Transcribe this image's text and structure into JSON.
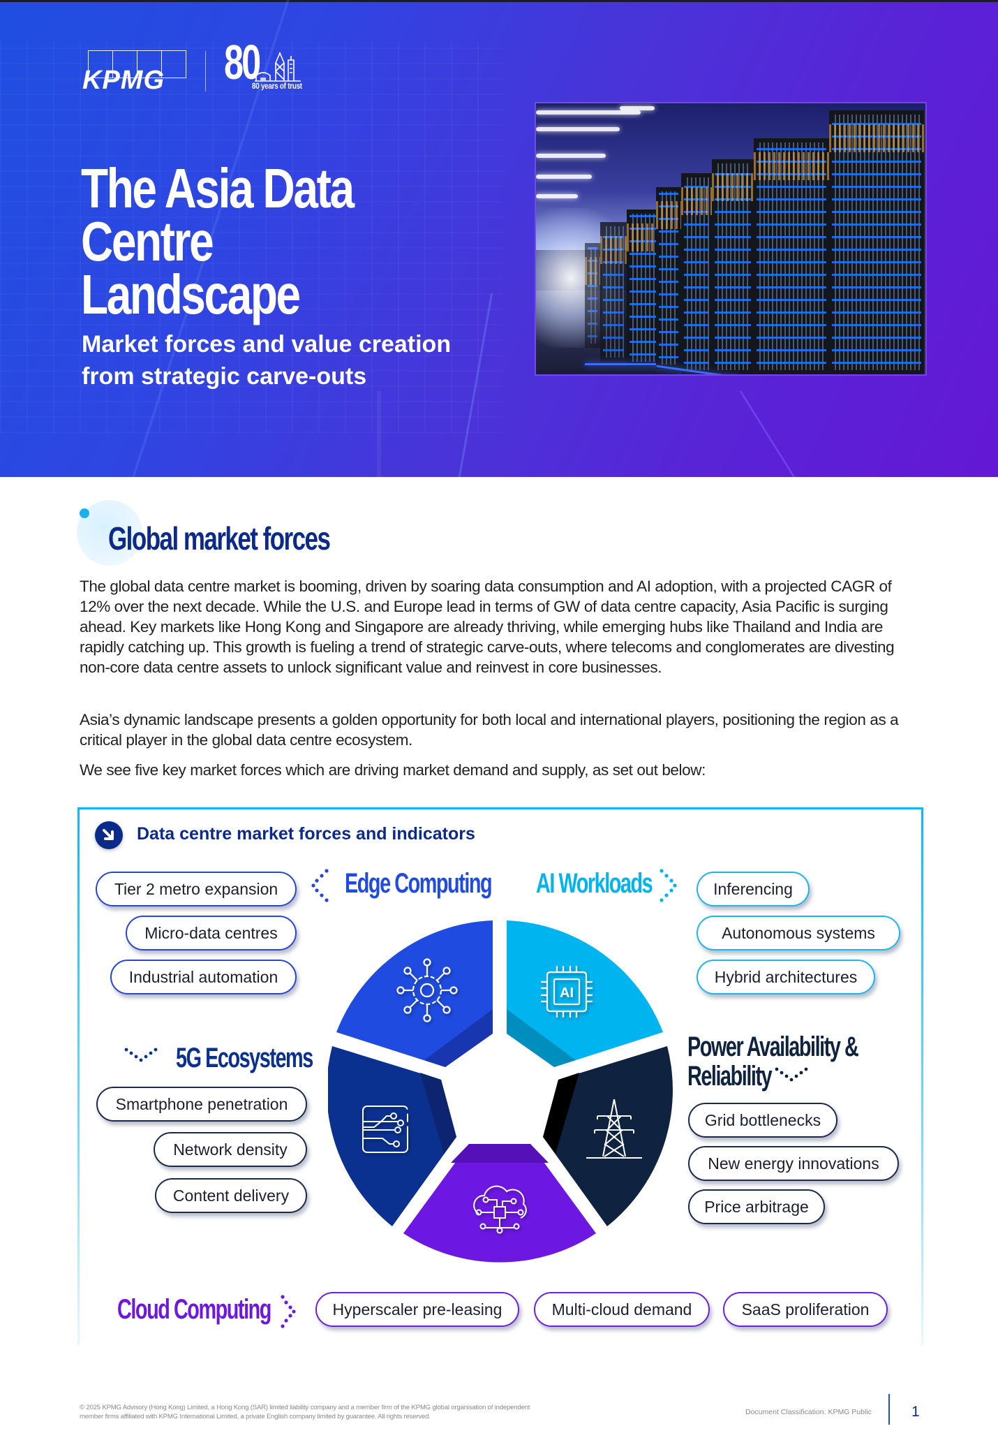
{
  "hero": {
    "brand": "KPMG",
    "anniversary_number": "80",
    "anniversary_tagline": "80 years of trust",
    "title_line1": "The Asia Data Centre",
    "title_line2": "Landscape",
    "subtitle_line1": "Market forces and value creation",
    "subtitle_line2": "from strategic carve-outs",
    "image_alt": "Data centre server racks with blue lighting",
    "colors": {
      "gradient_start": "#1f4fe0",
      "gradient_end": "#6418d4"
    }
  },
  "section": {
    "title": "Global market forces",
    "paragraphs": [
      "The global data centre market is booming, driven by soaring data consumption and AI adoption, with a projected CAGR of 12% over the next decade. While the U.S. and Europe lead in terms of GW of data centre capacity, Asia Pacific is surging ahead. Key markets like Hong Kong and Singapore are already thriving, while emerging hubs like Thailand and India are rapidly catching up. This growth is fueling a trend of strategic carve-outs, where telecoms and conglomerates are divesting non-core data centre assets to unlock significant value and reinvest in core businesses.",
      "Asia’s dynamic landscape presents a golden opportunity for both local and international players, positioning the region as a critical player in the global data centre ecosystem.",
      "We see five key market forces which are driving market demand and supply, as set out below:"
    ],
    "accent_color": "#0c2a8a"
  },
  "diagram": {
    "title": "Data centre market forces and indicators",
    "frame_color": "#12b6f2",
    "forces": [
      {
        "name": "Edge Computing",
        "color": "#1f4be0",
        "icon": "network-gear-icon",
        "indicators": [
          "Tier 2 metro expansion",
          "Micro-data centres",
          "Industrial automation"
        ]
      },
      {
        "name": "AI Workloads",
        "color": "#00b4ef",
        "icon": "ai-chip-icon",
        "indicators": [
          "Inferencing",
          "Autonomous systems",
          "Hybrid architectures"
        ]
      },
      {
        "name": "Power Availability &",
        "name_line2": "Reliability",
        "color": "#0f2340",
        "icon": "power-pylon-icon",
        "indicators": [
          "Grid bottlenecks",
          "New energy innovations",
          "Price arbitrage"
        ]
      },
      {
        "name": "Cloud Computing",
        "color": "#6d17e2",
        "icon": "cloud-circuit-icon",
        "indicators": [
          "Hyperscaler pre-leasing",
          "Multi-cloud demand",
          "SaaS proliferation"
        ]
      },
      {
        "name": "5G Ecosystems",
        "color": "#0a318f",
        "icon": "circuit-board-icon",
        "indicators": [
          "Smartphone penetration",
          "Network density",
          "Content delivery"
        ]
      }
    ]
  },
  "footer": {
    "copyright_line1": "© 2025 KPMG Advisory (Hong Kong) Limited, a Hong Kong (SAR) limited liability company and a member firm of the KPMG global organisation of independent",
    "copyright_line2": "member firms affiliated with KPMG International Limited, a private English company limited by guarantee. All rights reserved.",
    "classification": "Document Classification: KPMG Public",
    "page_number": "1"
  }
}
